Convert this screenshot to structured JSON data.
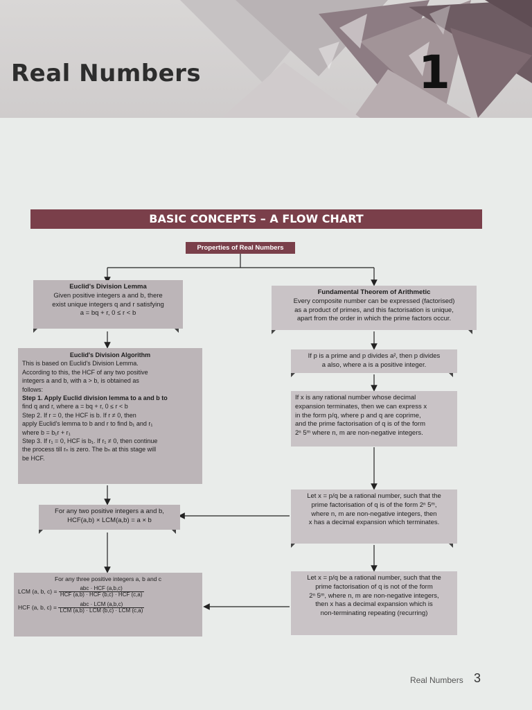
{
  "chapter": {
    "title": "Real Numbers",
    "number": "1"
  },
  "section_header": "BASIC CONCEPTS – A FLOW CHART",
  "root": "Properties of Real Numbers",
  "left": {
    "lemma": {
      "title": "Euclid's Division Lemma",
      "line1": "Given positive integers a and b, there",
      "line2": "exist unique integers q and r satisfying",
      "line3": "a = bq + r, 0 ≤ r < b"
    },
    "algorithm": {
      "title": "Euclid's Division Algorithm",
      "lines": [
        "This is based on Euclid's Division Lemma.",
        "According to this, the HCF of any two positive",
        "integers a and b, with a > b, is obtained as",
        "follows:",
        "Step 1. Apply Euclid division lemma to a and b to",
        "find q and r, where a = bq + r, 0 ≤ r < b",
        "Step 2. If r = 0, the HCF is b. If r ≠ 0, then",
        "apply Euclid's lemma to b and r to find b₁ and r₁",
        "where b = b₁r + r₁",
        "Step 3. If r₁ = 0, HCF is b₁. If r₁ ≠ 0, then continue",
        "the process till rₙ is zero. The bₙ at this stage will",
        "be HCF."
      ]
    },
    "two": {
      "line1": "For any two positive integers a and b,",
      "line2": "HCF(a,b) × LCM(a,b) = a × b"
    },
    "three": {
      "line1": "For any three positive integers a, b and c",
      "lcm_label": "LCM (a, b, c) =",
      "lcm_num": "abc · HCF (a,b,c)",
      "lcm_den": "HCF (a,b) · HCF (b,c) · HCF (c,a)",
      "hcf_label": "HCF (a, b, c) =",
      "hcf_num": "abc · LCM (a,b,c)",
      "hcf_den": "LCM (a,b) · LCM (b,c) · LCM (c,a)"
    }
  },
  "right": {
    "fta": {
      "title": "Fundamental Theorem of Arithmetic",
      "line1": "Every composite number can be expressed (factorised)",
      "line2": "as a product of primes, and this factorisation is unique,",
      "line3": "apart from the order in which the prime factors occur."
    },
    "prime": {
      "line1": "If p is a prime and p divides a², then p divides",
      "line2": "a also, where a is a positive integer."
    },
    "rational": {
      "line1": "If x is any rational number whose decimal",
      "line2": "expansion terminates, then we can express x",
      "line3": "in the form p/q, where p and q are coprime,",
      "line4": "and the prime factorisation of q is of the form",
      "line5": "2ⁿ 5ᵐ where n, m are non-negative integers."
    },
    "term": {
      "line1": "Let x = p/q be a rational number, such that the",
      "line2": "prime factorisation of q is of the form 2ⁿ 5ᵐ,",
      "line3": "where n, m are non-negative integers, then",
      "line4": "x has a decimal expansion which terminates."
    },
    "nonterm": {
      "line1": "Let x = p/q be a rational number, such that the",
      "line2": "prime factorisation of q is not of the form",
      "line3": "2ⁿ 5ᵐ, where n, m are non-negative integers,",
      "line4": "then x has a decimal expansion which is",
      "line5": "non-terminating repeating (recurring)"
    }
  },
  "footer": {
    "label": "Real Numbers",
    "page": "3"
  }
}
